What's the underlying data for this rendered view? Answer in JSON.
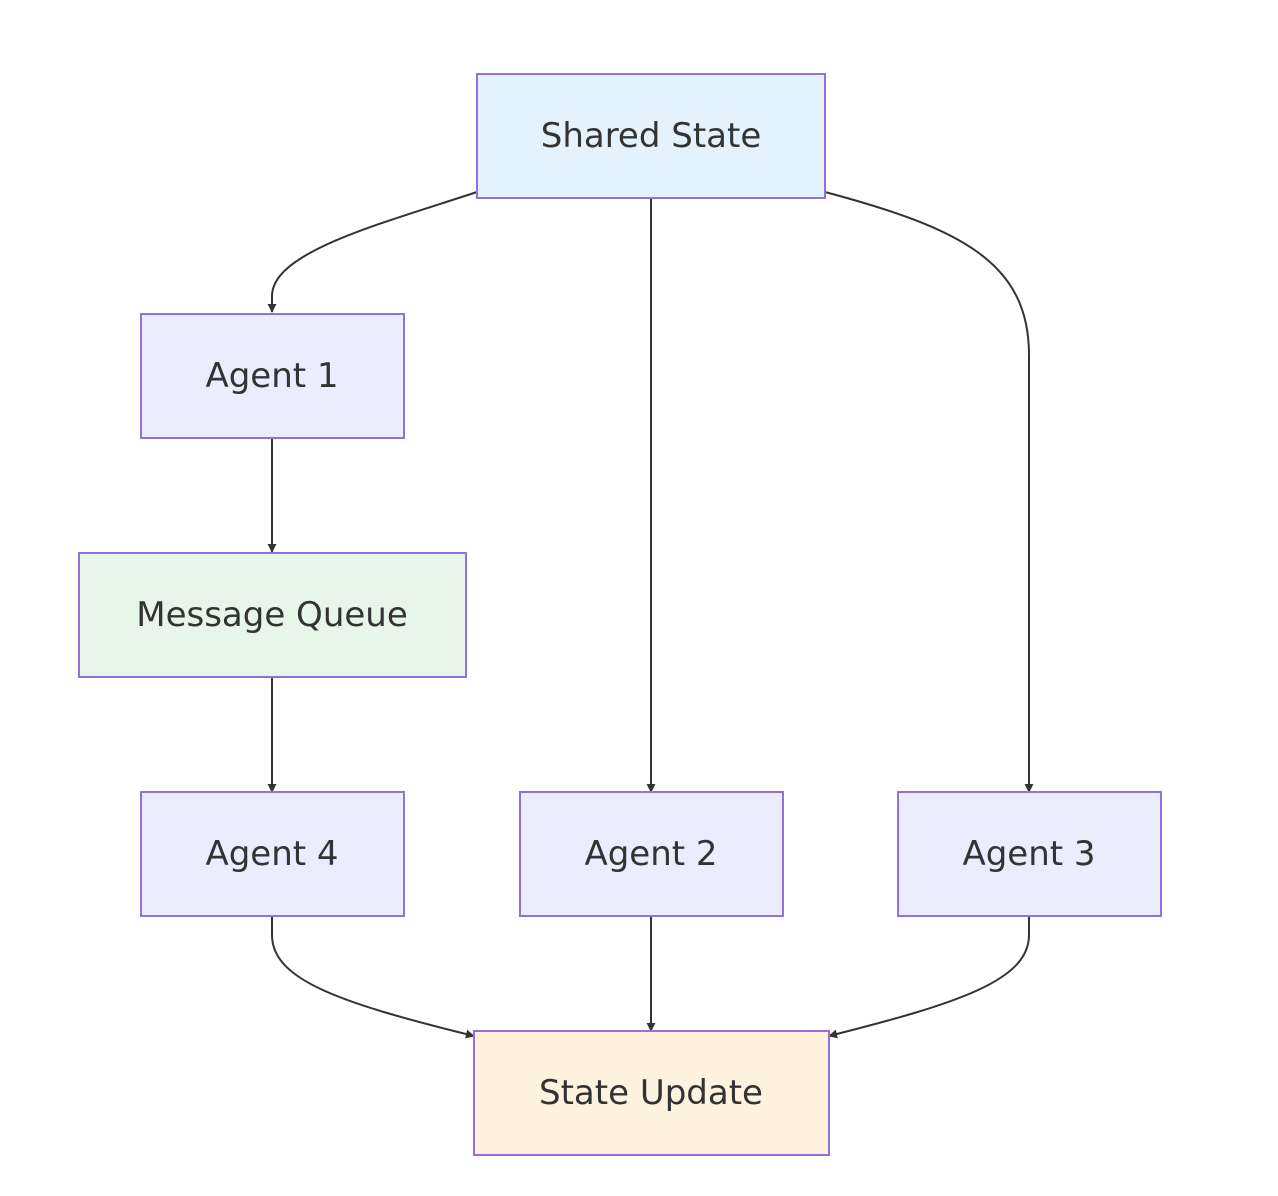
{
  "diagram": {
    "nodes": [
      {
        "id": "shared_state",
        "label": "Shared State",
        "fill": "#E3F2FD"
      },
      {
        "id": "agent1",
        "label": "Agent 1",
        "fill": "#ECECFF"
      },
      {
        "id": "message_queue",
        "label": "Message Queue",
        "fill": "#E8F5E9"
      },
      {
        "id": "agent4",
        "label": "Agent 4",
        "fill": "#ECECFF"
      },
      {
        "id": "agent2",
        "label": "Agent 2",
        "fill": "#ECECFF"
      },
      {
        "id": "agent3",
        "label": "Agent 3",
        "fill": "#ECECFF"
      },
      {
        "id": "state_update",
        "label": "State Update",
        "fill": "#FFF3E0"
      }
    ],
    "edges": [
      {
        "from": "shared_state",
        "to": "agent1"
      },
      {
        "from": "shared_state",
        "to": "agent2"
      },
      {
        "from": "shared_state",
        "to": "agent3"
      },
      {
        "from": "agent1",
        "to": "message_queue"
      },
      {
        "from": "message_queue",
        "to": "agent4"
      },
      {
        "from": "agent4",
        "to": "state_update"
      },
      {
        "from": "agent2",
        "to": "state_update"
      },
      {
        "from": "agent3",
        "to": "state_update"
      }
    ],
    "colors": {
      "border": "#9370DB",
      "edge": "#333333",
      "text": "#333333"
    }
  }
}
